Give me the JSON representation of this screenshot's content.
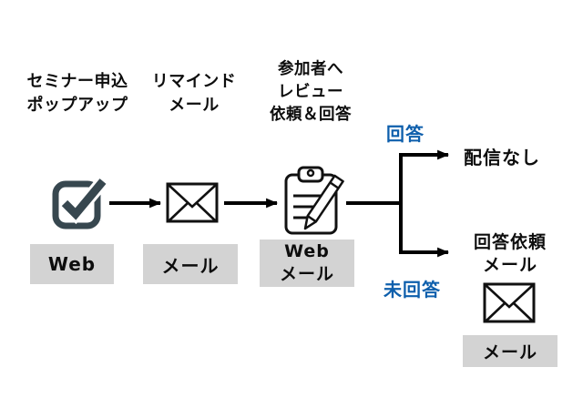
{
  "colors": {
    "accent_blue": "#0E5FAC",
    "icon_slate": "#37474F",
    "box_gray": "#D3D3D3",
    "line_black": "#000000"
  },
  "stages": [
    {
      "label": "セミナー申込\nポップアップ",
      "channel": "Web",
      "icon": "checkbox-icon"
    },
    {
      "label": "リマインド\nメール",
      "channel": "メール",
      "icon": "envelope-icon"
    },
    {
      "label": "参加者へ\nレビュー\n依頼＆回答",
      "channel": "Web\nメール",
      "icon": "clipboard-pencil-icon"
    }
  ],
  "branch": {
    "answered_label": "回答",
    "answered_result": "配信なし",
    "unanswered_label": "未回答",
    "unanswered_result": "回答依頼\nメール",
    "unanswered_channel": "メール",
    "unanswered_icon": "envelope-icon"
  }
}
